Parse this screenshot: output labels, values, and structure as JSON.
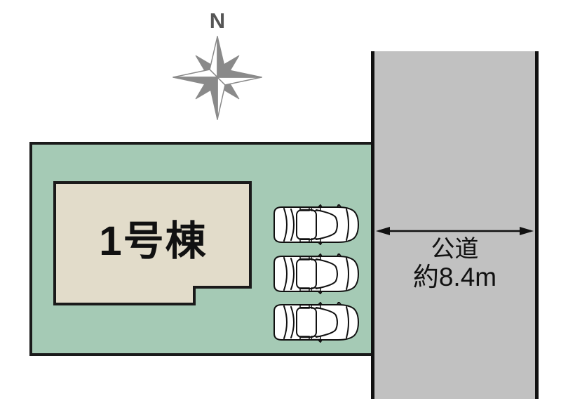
{
  "compass": {
    "north_label": "N"
  },
  "plot": {
    "building_label": "1号棟"
  },
  "parking": {
    "car_count": 3
  },
  "road": {
    "name": "公道",
    "width_label": "約8.4m"
  },
  "colors": {
    "plot_green": "#a5cab5",
    "building_beige": "#e2dcca",
    "road_gray": "#c1c1c1",
    "outline_black": "#1a1a1a",
    "compass_gray": "#8a8a8a"
  }
}
